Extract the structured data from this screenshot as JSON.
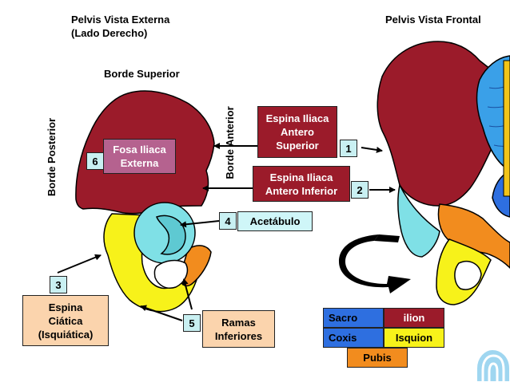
{
  "left_title": [
    "Pelvis Vista Externa",
    "(Lado Derecho)"
  ],
  "right_title": "Pelvis Vista Frontal",
  "borders": {
    "superior": "Borde Superior",
    "posterior": "Borde Posterior",
    "anterior": "Borde Anterior"
  },
  "labels": {
    "fosa": {
      "number": "6",
      "lines": [
        "Fosa Iliaca",
        "Externa"
      ]
    },
    "eias": {
      "number": "1",
      "lines": [
        "Espina Iliaca",
        "Antero",
        "Superior"
      ]
    },
    "eiai": {
      "number": "2",
      "lines": [
        "Espina Iliaca",
        "Antero Inferior"
      ]
    },
    "acetabulo": {
      "number": "4",
      "text": "Acetábulo"
    },
    "espina_ciatica": {
      "number": "3",
      "lines": [
        "Espina",
        "Ciática",
        "(Isquiática)"
      ]
    },
    "ramas": {
      "number": "5",
      "lines": [
        "Ramas",
        "Inferiores"
      ]
    }
  },
  "legend": [
    {
      "name": "Sacro",
      "color": "#2e6fe0",
      "text_color": "#000000"
    },
    {
      "name": "ilion",
      "color": "#9b1b2a",
      "text_color": "#ffffff"
    },
    {
      "name": "Coxis",
      "color": "#2e6fe0",
      "text_color": "#000000"
    },
    {
      "name": "Isquion",
      "color": "#f7f21a",
      "text_color": "#000000"
    },
    {
      "name": "Pubis",
      "color": "#f28c1e",
      "text_color": "#000000"
    }
  ],
  "colors": {
    "ilium": "#9b1b2a",
    "ischium": "#f7f21a",
    "pubis": "#f28c1e",
    "acetabulum": "#7fe0e6",
    "sacrum": "#3aa0e8",
    "coccyx": "#2e6fe0"
  }
}
